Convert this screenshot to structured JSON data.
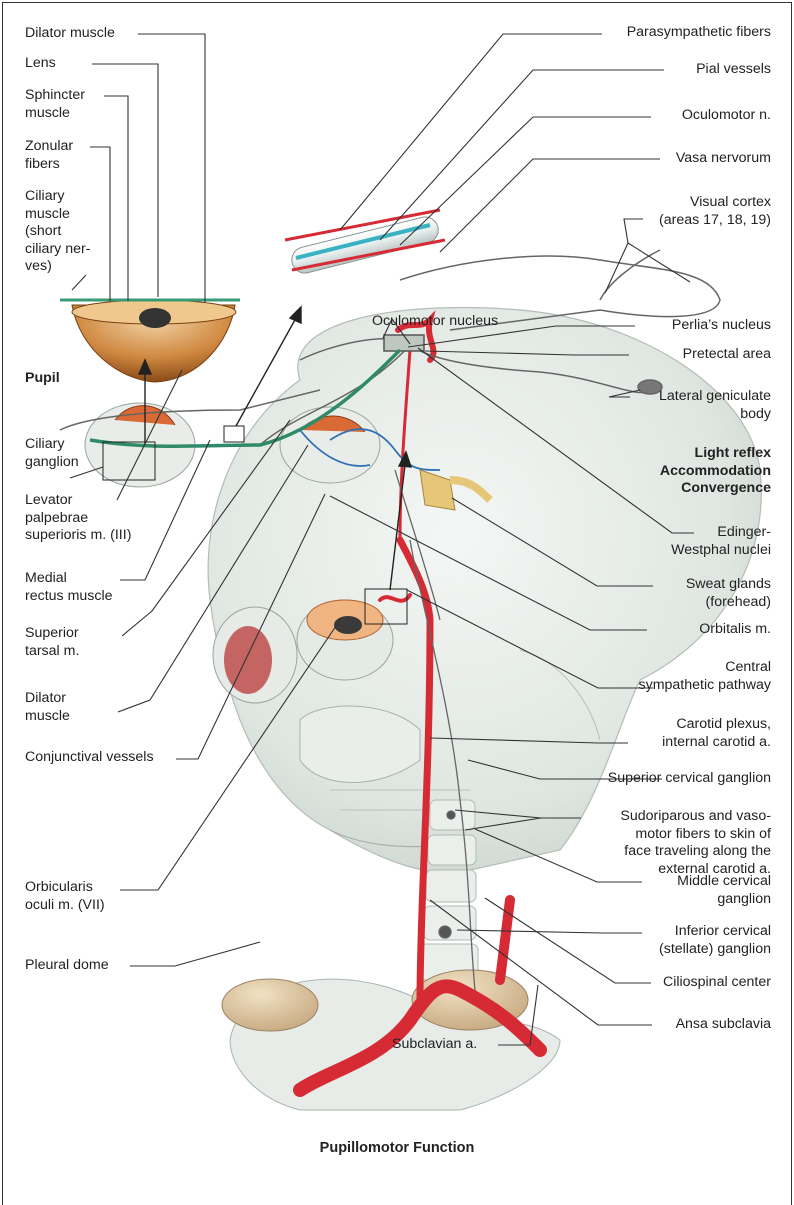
{
  "caption": "Pupillomotor Function",
  "labels": {
    "dilator_muscle_top": "Dilator muscle",
    "lens": "Lens",
    "sphincter_muscle": "Sphincter\nmuscle",
    "zonular_fibers": "Zonular\nfibers",
    "ciliary_muscle": "Ciliary\nmuscle\n(short\nciliary ner-\nves)",
    "pupil": "Pupil",
    "ciliary_ganglion": "Ciliary\nganglion",
    "levator": "Levator\npalpebrae\nsuperioris m. (III)",
    "medial_rectus": "Medial\nrectus muscle",
    "superior_tarsal": "Superior\ntarsal m.",
    "dilator_muscle_bottom": "Dilator\nmuscle",
    "conjunctival_vessels": "Conjunctival vessels",
    "orbicularis_oculi": "Orbicularis\noculi m. (VII)",
    "pleural_dome": "Pleural dome",
    "subclavian": "Subclavian a.",
    "oculomotor_nucleus": "Oculomotor nucleus",
    "parasympathetic_fibers": "Parasympathetic fibers",
    "pial_vessels": "Pial vessels",
    "oculomotor_n": "Oculomotor n.",
    "vasa_nervorum": "Vasa nervorum",
    "visual_cortex": "Visual cortex\n(areas 17, 18, 19)",
    "perlias_nucleus": "Perlia’s nucleus",
    "pretectal_area": "Pretectal area",
    "lateral_geniculate": "Lateral geniculate\nbody",
    "reflex_heading": "Light reflex\nAccommodation\nConvergence",
    "edinger_westphal": "Edinger-\nWestphal nuclei",
    "sweat_glands": "Sweat glands\n(forehead)",
    "orbitalis": "Orbitalis m.",
    "central_sympathetic": "Central\nsympathetic pathway",
    "carotid_plexus": "Carotid plexus,\ninternal carotid a.",
    "superior_cervical": "Superior cervical ganglion",
    "sudoriparous": "Sudoriparous and vaso-\nmotor fibers to skin of\nface traveling along the\nexternal carotid a.",
    "middle_cervical": "Middle cervical\nganglion",
    "inferior_cervical": "Inferior cervical\n(stellate) ganglion",
    "ciliospinal": "Ciliospinal center",
    "ansa_subclavia": "Ansa subclavia"
  }
}
